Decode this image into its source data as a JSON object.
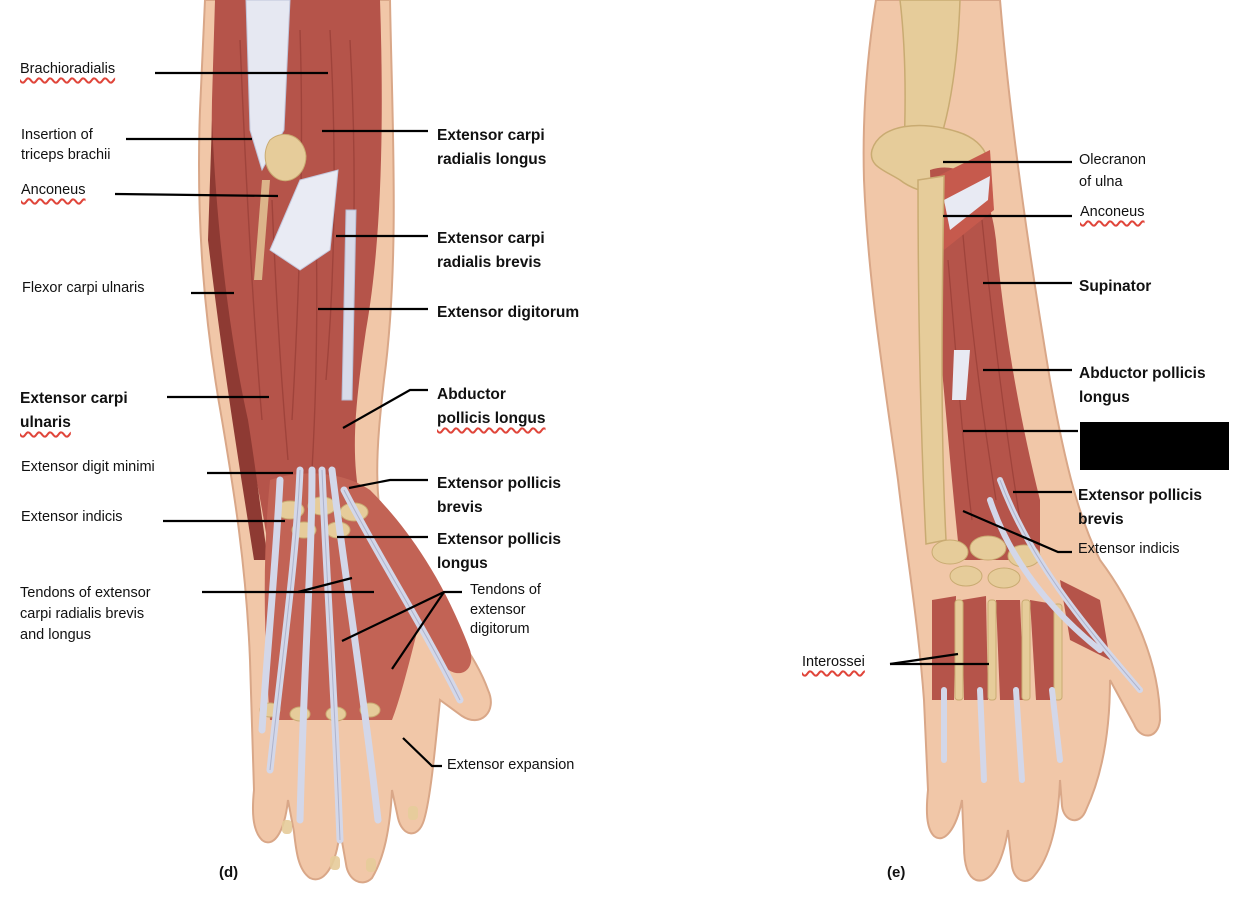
{
  "colors": {
    "muscle": "#b5544a",
    "muscle_dark": "#8e3a33",
    "skin": "#f1c7a8",
    "bone": "#e6cc9a",
    "tendon": "#cfd3e6",
    "leader": "#000000",
    "spellcheck_underline": "#e0453a"
  },
  "panels": [
    {
      "id": "d",
      "caption": "(d)",
      "labels": [
        {
          "id": "brachioradialis",
          "lines": [
            "Brachioradialis"
          ],
          "bold": false
        },
        {
          "id": "insertion-triceps",
          "lines": [
            "Insertion of",
            "triceps brachii"
          ],
          "bold": false
        },
        {
          "id": "anconeus-d",
          "lines": [
            "Anconeus"
          ],
          "bold": false
        },
        {
          "id": "flexor-carpi-ulnaris",
          "lines": [
            "Flexor carpi ulnaris"
          ],
          "bold": false
        },
        {
          "id": "extensor-carpi-ulnaris",
          "lines": [
            "Extensor carpi",
            "ulnaris"
          ],
          "bold": true
        },
        {
          "id": "extensor-digiti-minimi",
          "lines": [
            "Extensor digit minimi"
          ],
          "bold": false
        },
        {
          "id": "extensor-indicis-d",
          "lines": [
            "Extensor indicis"
          ],
          "bold": false
        },
        {
          "id": "tendons-ecr",
          "lines": [
            "Tendons of extensor",
            "carpi radialis brevis",
            "and longus"
          ],
          "bold": false
        },
        {
          "id": "ecr-longus",
          "lines": [
            "Extensor carpi",
            "radialis longus"
          ],
          "bold": true
        },
        {
          "id": "ecr-brevis",
          "lines": [
            "Extensor carpi",
            "radialis brevis"
          ],
          "bold": true
        },
        {
          "id": "extensor-digitorum",
          "lines": [
            "Extensor digitorum"
          ],
          "bold": true
        },
        {
          "id": "apl-d",
          "lines": [
            "Abductor",
            "pollicis longus"
          ],
          "bold": true
        },
        {
          "id": "epb-d",
          "lines": [
            "Extensor pollicis",
            "brevis"
          ],
          "bold": true
        },
        {
          "id": "epl-d",
          "lines": [
            "Extensor pollicis",
            "longus"
          ],
          "bold": true
        },
        {
          "id": "tendons-ed",
          "lines": [
            "Tendons of",
            "extensor",
            "digitorum"
          ],
          "bold": false
        },
        {
          "id": "extensor-expansion",
          "lines": [
            "Extensor expansion"
          ],
          "bold": false
        }
      ]
    },
    {
      "id": "e",
      "caption": "(e)",
      "labels": [
        {
          "id": "olecranon",
          "lines": [
            "Olecranon",
            "of ulna"
          ],
          "bold": false
        },
        {
          "id": "anconeus-e",
          "lines": [
            "Anconeus"
          ],
          "bold": false
        },
        {
          "id": "supinator",
          "lines": [
            "Supinator"
          ],
          "bold": true
        },
        {
          "id": "apl-e",
          "lines": [
            "Abductor pollicis",
            "longus"
          ],
          "bold": true
        },
        {
          "id": "epb-e",
          "lines": [
            "Extensor pollicis",
            "brevis"
          ],
          "bold": true
        },
        {
          "id": "extensor-indicis-e",
          "lines": [
            "Extensor indicis"
          ],
          "bold": false
        },
        {
          "id": "interossei",
          "lines": [
            "Interossei"
          ],
          "bold": false
        }
      ]
    }
  ]
}
